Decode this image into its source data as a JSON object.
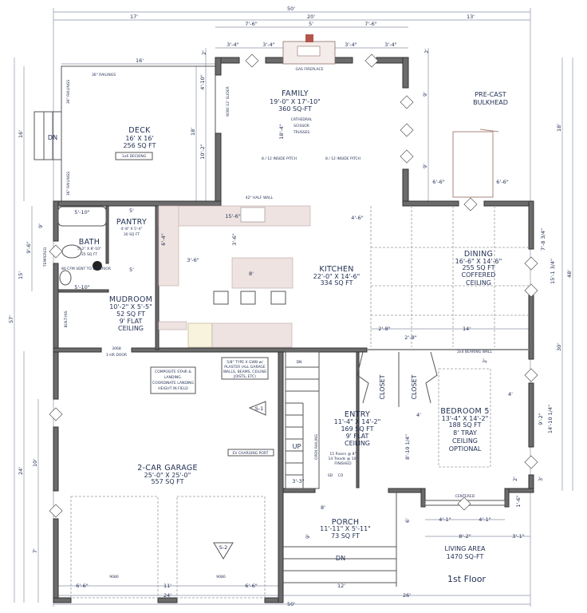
{
  "rooms": {
    "deck": {
      "name": "DECK",
      "size": "16' X 16'",
      "area": "256 SQ FT",
      "note": "1x6 DECKING"
    },
    "family": {
      "name": "FAMILY",
      "size": "19'-0\" X 17'-10\"",
      "area": "360 SQ-FT",
      "note1": "CATHEDRAL",
      "note2": "SCISSOR",
      "note3": "TRUSSES"
    },
    "pantry": {
      "name": "PANTRY",
      "size": "4'-8\" X 5'-4\"",
      "area": "30 SQ FT"
    },
    "bath": {
      "name": "BATH",
      "size": "5'-2\" X 8'-10\"",
      "area": "35 SQ FT"
    },
    "mudroom": {
      "name": "MUDROOM",
      "size": "10'-2\" X 5'-5\"",
      "area": "52 SQ FT",
      "note1": "9' FLAT",
      "note2": "CEILING"
    },
    "kitchen": {
      "name": "KITCHEN",
      "size": "22'-0\" X 14'-6\"",
      "area": "334 SQ FT"
    },
    "dining": {
      "name": "DINING",
      "size": "16'-6\" X 14'-6\"",
      "area": "255 SQ FT",
      "note1": "COFFERED",
      "note2": "CEILING"
    },
    "closet1": {
      "name": "CLOSET"
    },
    "closet2": {
      "name": "CLOSET"
    },
    "entry": {
      "name": "ENTRY",
      "size": "11'-4\" X 14'-2\"",
      "area": "169 SQ FT",
      "note1": "9' FLAT",
      "note2": "CEILING"
    },
    "bedroom5": {
      "name": "BEDROOM 5",
      "size": "13'-4\" X 14'-2\"",
      "area": "188 SQ FT",
      "note1": "8' TRAY",
      "note2": "CEILING",
      "note3": "OPTIONAL"
    },
    "garage": {
      "name": "2-CAR GARAGE",
      "size": "25'-0\" X 25'-0\"",
      "area": "557 SQ FT"
    },
    "porch": {
      "name": "PORCH",
      "size": "11'-11\" X 5'-11\"",
      "area": "73 SQ FT"
    }
  },
  "notes": {
    "railings": "36\" RAILINGS",
    "gas_fireplace": "GAS FIREPLACE",
    "slider": "6080 12' SLIDER",
    "pitch": "8 / 12 INSIDE PITCH",
    "half_wall": "42\" HALF WALL",
    "bulkhead1": "PRE-CAST",
    "bulkhead2": "BULKHEAD",
    "tempered": "TEMPERED",
    "vent": "80 CFM VENT TO EXTERIOR",
    "builtins": "BUILT-INS",
    "door_code": "3068",
    "hr_door": "1-HR DOOR",
    "stair_note": [
      "COMPOSITE STAIR &",
      "LANDING.",
      "COORDINATE LANDING",
      "HEIGHT IN FIELD"
    ],
    "plaster_note": [
      "5/8\" TYPE X GWB w/",
      "PLASTER (ALL GARAGE",
      "WALLS, BEAMS, CEILING",
      "JOISTS, ETC)"
    ],
    "ev": "EV CHARGING PORT",
    "s1": "S-1",
    "s2": "S-2",
    "dn": "DN",
    "up": "UP",
    "open_railing": "OPEN RAILING",
    "risers": [
      "15 Risers @ 8\"",
      "14 Treads @ 10\"",
      "FINISHED"
    ],
    "bearing_wall": "2x4 BEARING WALL",
    "centered": "CENTERED",
    "sd": "SD",
    "co": "CO",
    "garage_door": "9080"
  },
  "summary": {
    "living_area_label": "LIVING AREA",
    "living_area": "1470 SQ-FT",
    "floor": "1st Floor"
  },
  "dimensions": [
    "50'",
    "17'",
    "20'",
    "13'",
    "7'-6\"",
    "5'",
    "7'-6\"",
    "3'-4\"",
    "3'-4\"",
    "3'-4\"",
    "3'-4\"",
    "2'",
    "2'",
    "16'",
    "16'",
    "18'",
    "4'-10\"",
    "10'-2\"",
    "18'-4\"",
    "9'",
    "9'",
    "6'-6\"",
    "6'-6\"",
    "18'",
    "15'-6\"",
    "3'-6\"",
    "3'-6\"",
    "8'",
    "4'-6\"",
    "6'-4\"",
    "5'-10\"",
    "5'",
    "5'",
    "5'-10\"",
    "9'",
    "9'-6\"",
    "15'",
    "57'",
    "7'-8 3/4\"",
    "15'-1 3/4\"",
    "48'",
    "30'",
    "2'-8\"",
    "2'-8\"",
    "14'",
    "2'",
    "4'",
    "4'",
    "9'-2\"",
    "14'-10 1/4\"",
    "8'-10 1/4\"",
    "2'",
    "3'",
    "1'-6\"",
    "4'-1\"",
    "4'-1\"",
    "8'-2\"",
    "3'-1\"",
    "8'",
    "9'",
    "6'",
    "12'",
    "26'",
    "50'",
    "6'-6\"",
    "11'",
    "6'-6\"",
    "24'",
    "24'",
    "10'",
    "7'",
    "3'-3\""
  ],
  "colors": {
    "wall": "#6b6b6b",
    "text": "#1f2d52",
    "counter": "#efe3e1"
  }
}
